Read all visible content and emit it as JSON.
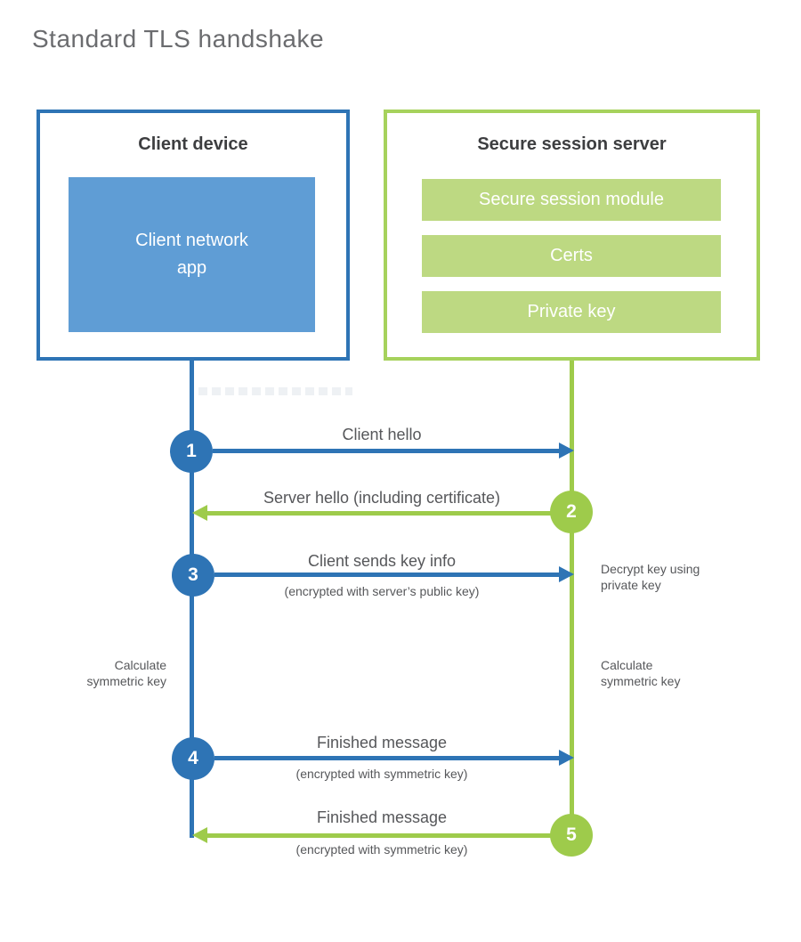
{
  "title": "Standard TLS handshake",
  "colors": {
    "blue": "#2e74b5",
    "blue_fill": "#5f9dd5",
    "green": "#9ecb4b",
    "green_border": "#a6d25c",
    "green_fill": "#bdd982",
    "heading": "#3d3e40",
    "label": "#56575a",
    "title_gray": "#6b6c6f"
  },
  "client": {
    "title": "Client device",
    "app": "Client network\napp"
  },
  "server": {
    "title": "Secure session server",
    "modules": [
      "Secure session module",
      "Certs",
      "Private key"
    ]
  },
  "steps": [
    {
      "number": "1",
      "label": "Client hello",
      "sublabel": "",
      "direction": "right"
    },
    {
      "number": "2",
      "label": "Server hello (including certificate)",
      "sublabel": "",
      "direction": "left"
    },
    {
      "number": "3",
      "label": "Client sends key info",
      "sublabel": "(encrypted with server’s public key)",
      "direction": "right"
    },
    {
      "number": "4",
      "label": "Finished message",
      "sublabel": "(encrypted with symmetric key)",
      "direction": "right"
    },
    {
      "number": "5",
      "label": "Finished message",
      "sublabel": "(encrypted with symmetric key)",
      "direction": "left"
    }
  ],
  "notes": {
    "decrypt": "Decrypt key using\nprivate key",
    "calc_left": "Calculate\nsymmetric key",
    "calc_right": "Calculate\nsymmetric key"
  }
}
